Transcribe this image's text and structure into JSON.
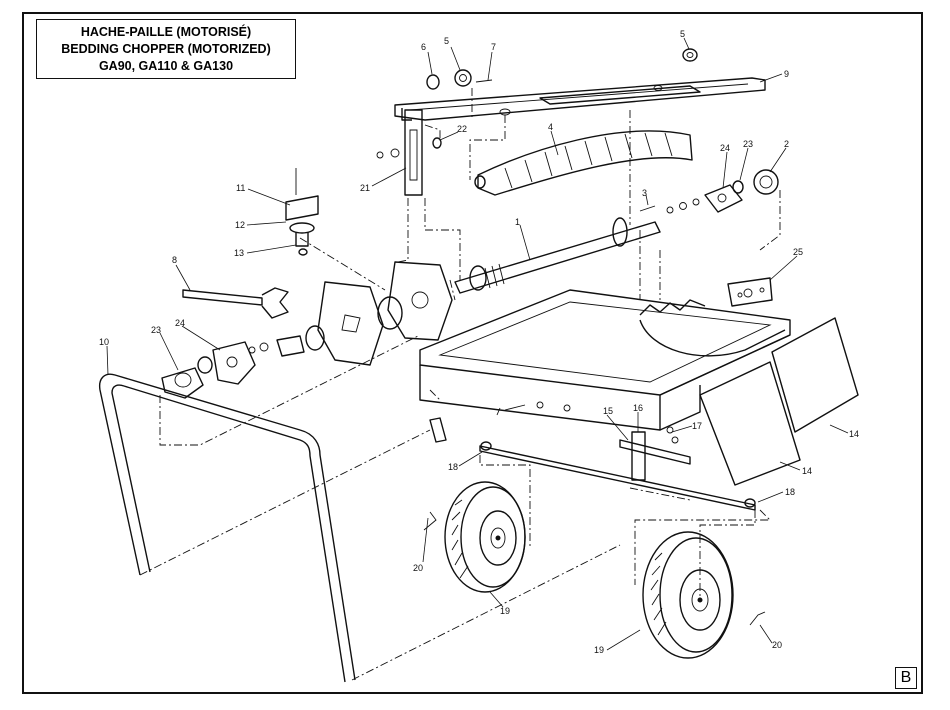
{
  "title": {
    "line1": "HACHE-PAILLE  (MOTORISÉ)",
    "line2": "BEDDING CHOPPER  (MOTORIZED)",
    "line3": "GA90, GA110 & GA130"
  },
  "sheet_letter": "B",
  "callouts": [
    {
      "id": "c6",
      "label": "6"
    },
    {
      "id": "c5a",
      "label": "5"
    },
    {
      "id": "c7",
      "label": "7"
    },
    {
      "id": "c5b",
      "label": "5"
    },
    {
      "id": "c9",
      "label": "9"
    },
    {
      "id": "c4",
      "label": "4"
    },
    {
      "id": "c22",
      "label": "22"
    },
    {
      "id": "c24a",
      "label": "24"
    },
    {
      "id": "c23a",
      "label": "23"
    },
    {
      "id": "c2",
      "label": "2"
    },
    {
      "id": "c21",
      "label": "21"
    },
    {
      "id": "c11",
      "label": "11"
    },
    {
      "id": "c3",
      "label": "3"
    },
    {
      "id": "c12",
      "label": "12"
    },
    {
      "id": "c1",
      "label": "1"
    },
    {
      "id": "c13",
      "label": "13"
    },
    {
      "id": "c25",
      "label": "25"
    },
    {
      "id": "c8",
      "label": "8"
    },
    {
      "id": "c23b",
      "label": "23"
    },
    {
      "id": "c24b",
      "label": "24"
    },
    {
      "id": "c10",
      "label": "10"
    },
    {
      "id": "c15",
      "label": "15"
    },
    {
      "id": "c16",
      "label": "16"
    },
    {
      "id": "c17",
      "label": "17"
    },
    {
      "id": "c14a",
      "label": "14"
    },
    {
      "id": "c18a",
      "label": "18"
    },
    {
      "id": "c14b",
      "label": "14"
    },
    {
      "id": "c18b",
      "label": "18"
    },
    {
      "id": "c20a",
      "label": "20"
    },
    {
      "id": "c19a",
      "label": "19"
    },
    {
      "id": "c19b",
      "label": "19"
    },
    {
      "id": "c20b",
      "label": "20"
    }
  ]
}
